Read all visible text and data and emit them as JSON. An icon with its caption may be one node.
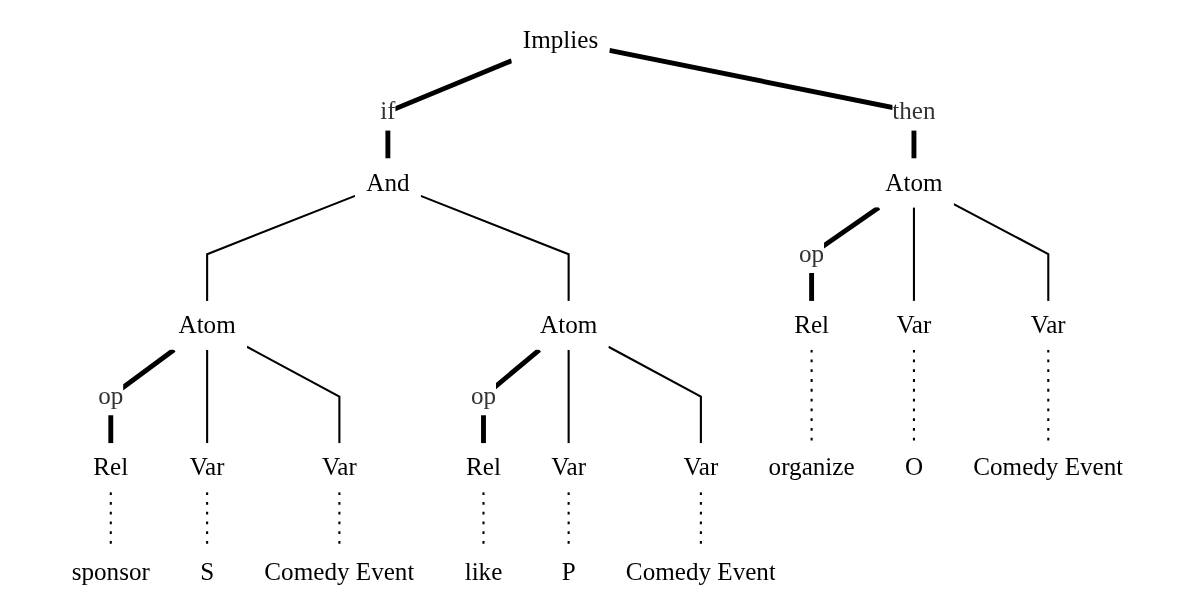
{
  "diagram": {
    "nodes": [
      {
        "text": [
          "Implies"
        ]
      },
      {
        "text": [
          "And"
        ]
      },
      {
        "text": [
          "Atom"
        ]
      },
      {
        "text": [
          "Rel"
        ]
      },
      {
        "text": [
          "Var"
        ]
      },
      {
        "text": [
          "Var"
        ]
      },
      {
        "text": [
          "sponsor"
        ]
      },
      {
        "text": [
          "S"
        ]
      },
      {
        "text": [
          "Comedy Event"
        ]
      },
      {
        "text": [
          "Atom"
        ]
      },
      {
        "text": [
          "Rel"
        ]
      },
      {
        "text": [
          "Var"
        ]
      },
      {
        "text": [
          "Var"
        ]
      },
      {
        "text": [
          "like"
        ]
      },
      {
        "text": [
          "P"
        ]
      },
      {
        "text": [
          "Comedy Event"
        ]
      },
      {
        "text": [
          "Atom"
        ]
      },
      {
        "text": [
          "Rel"
        ]
      },
      {
        "text": [
          "Var"
        ]
      },
      {
        "text": [
          "Var"
        ]
      },
      {
        "text": [
          "organize"
        ]
      },
      {
        "text": [
          "O"
        ]
      },
      {
        "text": [
          "Comedy Event"
        ]
      }
    ],
    "edges": [
      {
        "from": 0,
        "to": 1,
        "arrow": "none",
        "label": "if",
        "style": "thick"
      },
      {
        "from": 0,
        "to": 16,
        "arrow": "none",
        "label": "then",
        "style": "thick"
      },
      {
        "from": 1,
        "to": 2,
        "arrow": "none"
      },
      {
        "from": 1,
        "to": 9,
        "arrow": "none"
      },
      {
        "from": 2,
        "to": 3,
        "arrow": "none",
        "label": "op",
        "style": "thick"
      },
      {
        "from": 2,
        "to": 4,
        "arrow": "none"
      },
      {
        "from": 2,
        "to": 5,
        "arrow": "none"
      },
      {
        "from": 3,
        "to": 6,
        "arrow": "none",
        "style": "dashed"
      },
      {
        "from": 4,
        "to": 7,
        "arrow": "none",
        "style": "dashed"
      },
      {
        "from": 5,
        "to": 8,
        "arrow": "none",
        "style": "dashed"
      },
      {
        "from": 9,
        "to": 10,
        "arrow": "none",
        "label": "op",
        "style": "thick"
      },
      {
        "from": 9,
        "to": 11,
        "arrow": "none"
      },
      {
        "from": 9,
        "to": 12,
        "arrow": "none"
      },
      {
        "from": 10,
        "to": 13,
        "arrow": "none",
        "style": "dashed"
      },
      {
        "from": 11,
        "to": 14,
        "arrow": "none",
        "style": "dashed"
      },
      {
        "from": 12,
        "to": 15,
        "arrow": "none",
        "style": "dashed"
      },
      {
        "from": 16,
        "to": 17,
        "arrow": "none",
        "label": "op",
        "style": "thick"
      },
      {
        "from": 16,
        "to": 18,
        "arrow": "none"
      },
      {
        "from": 16,
        "to": 19,
        "arrow": "none"
      },
      {
        "from": 17,
        "to": 20,
        "arrow": "none",
        "style": "dashed"
      },
      {
        "from": 18,
        "to": 21,
        "arrow": "none",
        "style": "dashed"
      },
      {
        "from": 19,
        "to": 22,
        "arrow": "none",
        "style": "dashed"
      }
    ]
  }
}
